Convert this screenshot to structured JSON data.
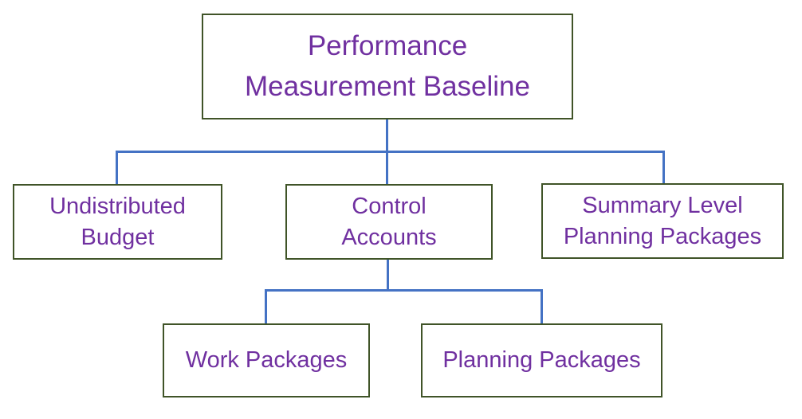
{
  "diagram": {
    "type": "org-chart",
    "title": "Performance Measurement Baseline hierarchy",
    "nodes": [
      {
        "id": "pmb",
        "lines": [
          "Performance",
          "Measurement Baseline"
        ],
        "label": "Performance Measurement Baseline"
      },
      {
        "id": "ub",
        "lines": [
          "Undistributed",
          "Budget"
        ],
        "label": "Undistributed Budget"
      },
      {
        "id": "ca",
        "lines": [
          "Control",
          "Accounts"
        ],
        "label": "Control Accounts"
      },
      {
        "id": "slpp",
        "lines": [
          "Summary Level",
          "Planning Packages"
        ],
        "label": "Summary Level Planning Packages"
      },
      {
        "id": "wp",
        "lines": [
          "Work Packages"
        ],
        "label": "Work Packages"
      },
      {
        "id": "pp",
        "lines": [
          "Planning Packages"
        ],
        "label": "Planning Packages"
      }
    ],
    "edges": [
      {
        "from": "pmb",
        "to": "ub"
      },
      {
        "from": "pmb",
        "to": "ca"
      },
      {
        "from": "pmb",
        "to": "slpp"
      },
      {
        "from": "ca",
        "to": "wp"
      },
      {
        "from": "ca",
        "to": "pp"
      }
    ]
  },
  "colors": {
    "box_border": "#405428",
    "label_text": "#7030A0",
    "connector": "#4472C4",
    "background": "#ffffff"
  }
}
